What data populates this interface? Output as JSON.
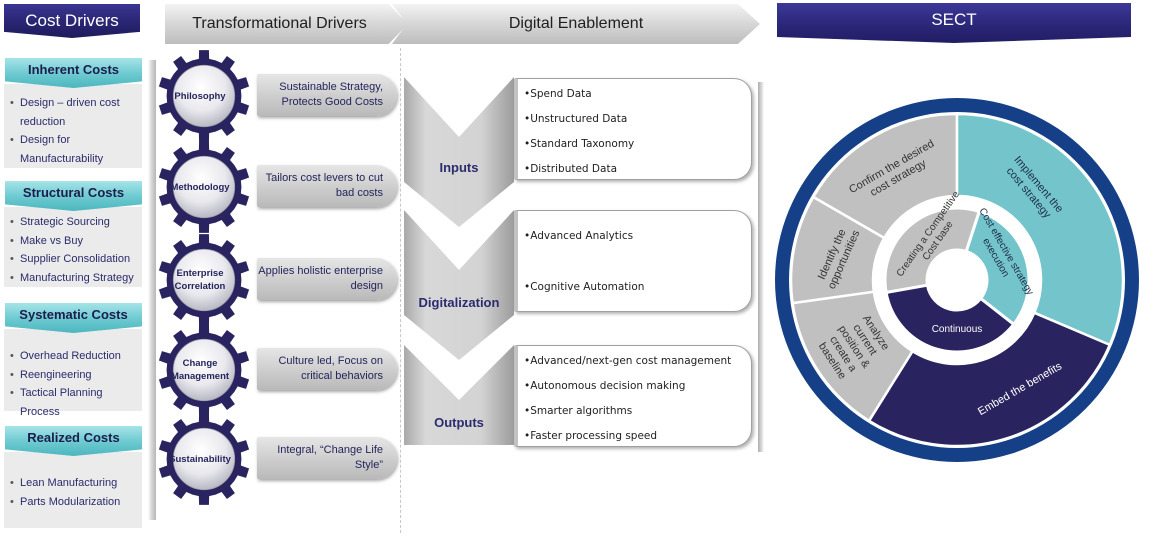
{
  "cost_drivers": {
    "title": "Cost Drivers",
    "categories": [
      {
        "title": "Inherent Costs",
        "items": [
          "Design – driven cost reduction",
          "Design for Manufacturability"
        ]
      },
      {
        "title": "Structural Costs",
        "items": [
          "Strategic Sourcing",
          "Make vs Buy",
          "Supplier Consolidation",
          "Manufacturing Strategy"
        ]
      },
      {
        "title": "Systematic Costs",
        "items": [
          "Overhead Reduction",
          "Reengineering",
          "Tactical Planning Process"
        ]
      },
      {
        "title": "Realized Costs",
        "items": [
          "Lean Manufacturing",
          "Parts Modularization"
        ]
      }
    ]
  },
  "transformational_drivers": {
    "title": "Transformational Drivers",
    "gears": [
      {
        "label": "Philosophy",
        "description": "Sustainable Strategy, Protects Good Costs"
      },
      {
        "label": "Methodology",
        "description": "Tailors cost levers to cut bad costs"
      },
      {
        "label": "Enterprise Correlation",
        "description": "Applies holistic enterprise design"
      },
      {
        "label": "Change Management",
        "description": "Culture led, Focus on critical behaviors"
      },
      {
        "label": "Sustainability",
        "description": "Integral, “Change Life Style”"
      }
    ]
  },
  "digital_enablement": {
    "title": "Digital Enablement",
    "steps": [
      {
        "label": "Inputs",
        "items": [
          "Spend Data",
          "Unstructured Data",
          "Standard Taxonomy",
          "Distributed Data"
        ]
      },
      {
        "label": "Digitalization",
        "items": [
          "Advanced Analytics",
          "Cognitive Automation"
        ]
      },
      {
        "label": "Outputs",
        "items": [
          "Advanced/next-gen cost management",
          "Autonomous decision making",
          "Smarter algorithms",
          "Faster processing speed"
        ]
      }
    ]
  },
  "sect": {
    "title": "SECT",
    "outer_segments": [
      {
        "label": "Confirm the desired cost strategy",
        "color": "#c0c0c0"
      },
      {
        "label": "Implement the cost strategy",
        "color": "#74c5cb"
      },
      {
        "label": "Embed the benefits",
        "color": "#29245f"
      },
      {
        "label": "Analyze current position & create a baseline",
        "color": "#c0c0c0"
      },
      {
        "label": "Identify the opportunities",
        "color": "#c0c0c0"
      }
    ],
    "inner_segments": [
      {
        "label": "Creating a Competitive Cost base",
        "color": "#c0c0c0"
      },
      {
        "label": "Cost effective strategy execution",
        "color": "#74c5cb"
      },
      {
        "label": "Continuous",
        "color": "#29245f"
      }
    ],
    "ring_color": "#153f86"
  },
  "colors": {
    "navy": "#29245f",
    "teal": "#74c5cb",
    "gray": "#c0c0c0",
    "ring_blue": "#153f86"
  }
}
